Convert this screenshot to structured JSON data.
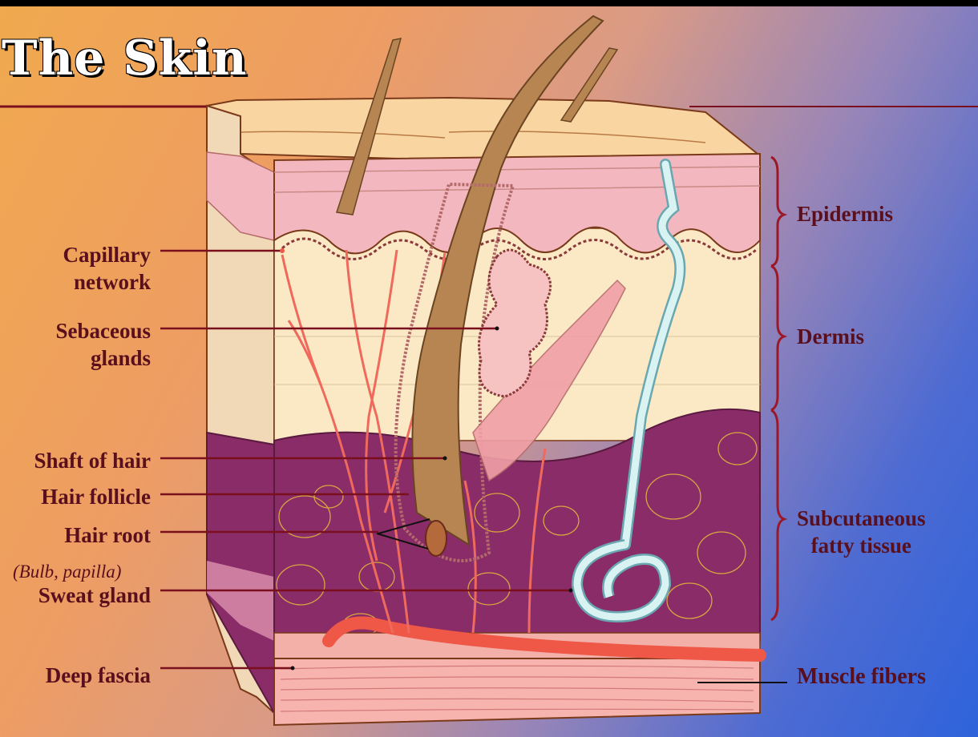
{
  "title": "The Skin",
  "colors": {
    "label_text": "#5a0f1d",
    "leader_line": "#7a0f1e",
    "epidermis": "#f3b8bf",
    "dermis": "#fbe9c6",
    "subcutaneous": "#8a2c68",
    "muscle": "#f7b3ad",
    "vessel": "#ef5747",
    "sweat_gland": "#d9f3f3",
    "hair": "#b78552"
  },
  "labels": {
    "capillary_network": [
      "Capillary",
      "network"
    ],
    "sebaceous_glands": [
      "Sebaceous",
      "glands"
    ],
    "shaft_of_hair": "Shaft of hair",
    "hair_follicle": "Hair follicle",
    "hair_root": "Hair root",
    "hair_root_note": "(Bulb, papilla)",
    "sweat_gland": "Sweat gland",
    "deep_fascia": "Deep fascia",
    "epidermis": "Epidermis",
    "dermis": "Dermis",
    "subcutaneous_fatty_tissue": [
      "Subcutaneous",
      "fatty tissue"
    ],
    "muscle_fibers": "Muscle fibers"
  }
}
